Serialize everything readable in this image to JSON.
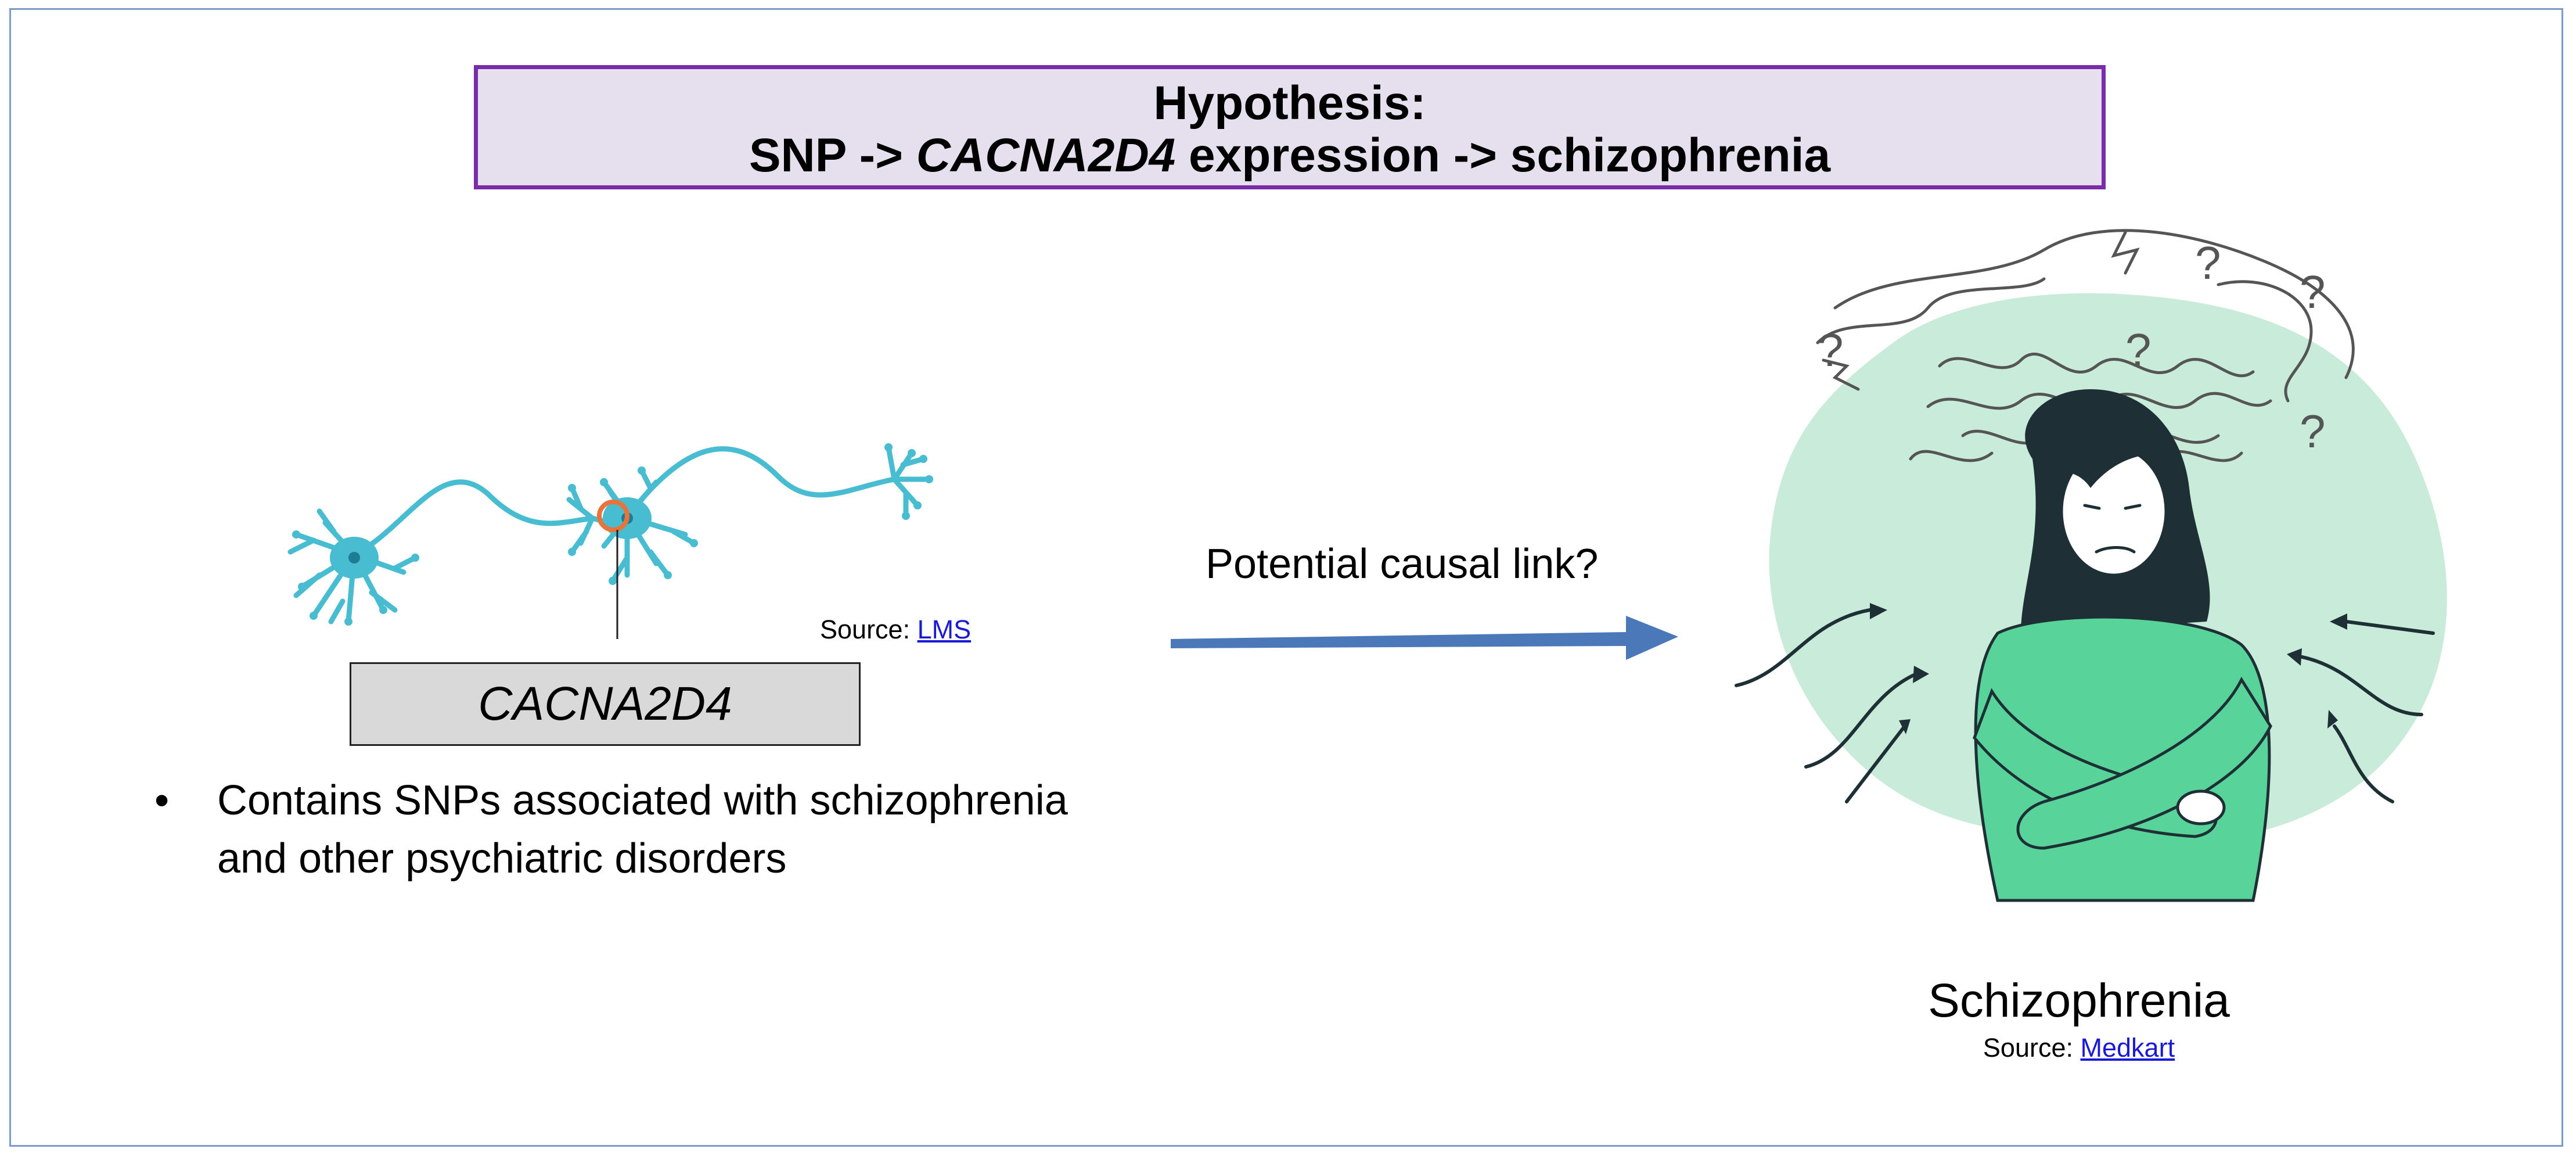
{
  "hypothesis": {
    "line1": "Hypothesis:",
    "line2_prefix": "SNP -> ",
    "line2_gene": "CACNA2D4",
    "line2_suffix": " expression -> schizophrenia"
  },
  "neuron_panel": {
    "source_prefix": "Source: ",
    "source_link": "LMS",
    "gene_label": "CACNA2D4"
  },
  "bullets": [
    {
      "marker": "•",
      "text_line1": "Contains SNPs associated with schizophrenia",
      "text_line2": "and other psychiatric disorders"
    }
  ],
  "arrow": {
    "label": "Potential causal link?",
    "color": "#4a78b8"
  },
  "schizophrenia_panel": {
    "title": "Schizophrenia",
    "source_prefix": "Source: ",
    "source_link": "Medkart"
  },
  "colors": {
    "neuron": "#48bcd0",
    "highlight_circle": "#e8743b",
    "frame_border": "#7a2da8",
    "frame_fill": "#e6e0ee",
    "blob": "#c8ecd9",
    "sweater": "#58d49a",
    "hair": "#1e3035"
  },
  "icons": [
    "neuron-illustration",
    "person-illustration"
  ]
}
